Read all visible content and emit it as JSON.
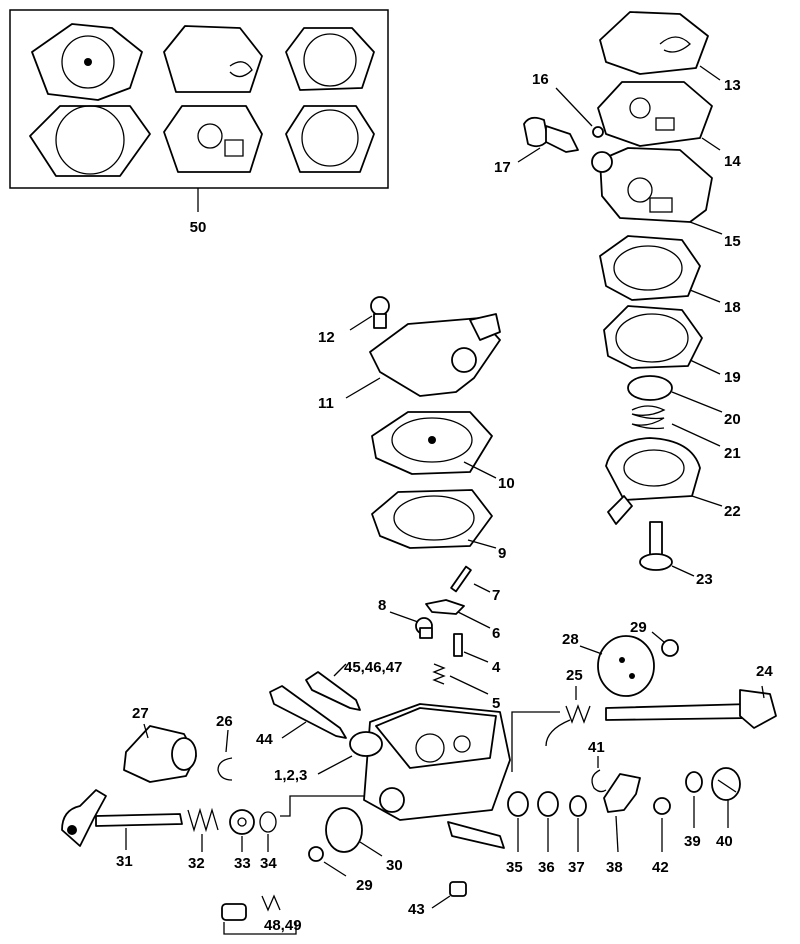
{
  "labels": {
    "kit": "50",
    "p1_2_3": "1,2,3",
    "p4": "4",
    "p5": "5",
    "p6": "6",
    "p7": "7",
    "p8": "8",
    "p9": "9",
    "p10": "10",
    "p11": "11",
    "p12": "12",
    "p13": "13",
    "p14": "14",
    "p15": "15",
    "p16": "16",
    "p17": "17",
    "p18": "18",
    "p19": "19",
    "p20": "20",
    "p21": "21",
    "p22": "22",
    "p23": "23",
    "p24": "24",
    "p25": "25",
    "p26": "26",
    "p27": "27",
    "p28": "28",
    "p29a": "29",
    "p29b": "29",
    "p30": "30",
    "p31": "31",
    "p32": "32",
    "p33": "33",
    "p34": "34",
    "p35": "35",
    "p36": "36",
    "p37": "37",
    "p38": "38",
    "p39": "39",
    "p40": "40",
    "p41": "41",
    "p42": "42",
    "p43": "43",
    "p44": "44",
    "p45_46_47": "45,46,47",
    "p48_49": "48,49"
  }
}
